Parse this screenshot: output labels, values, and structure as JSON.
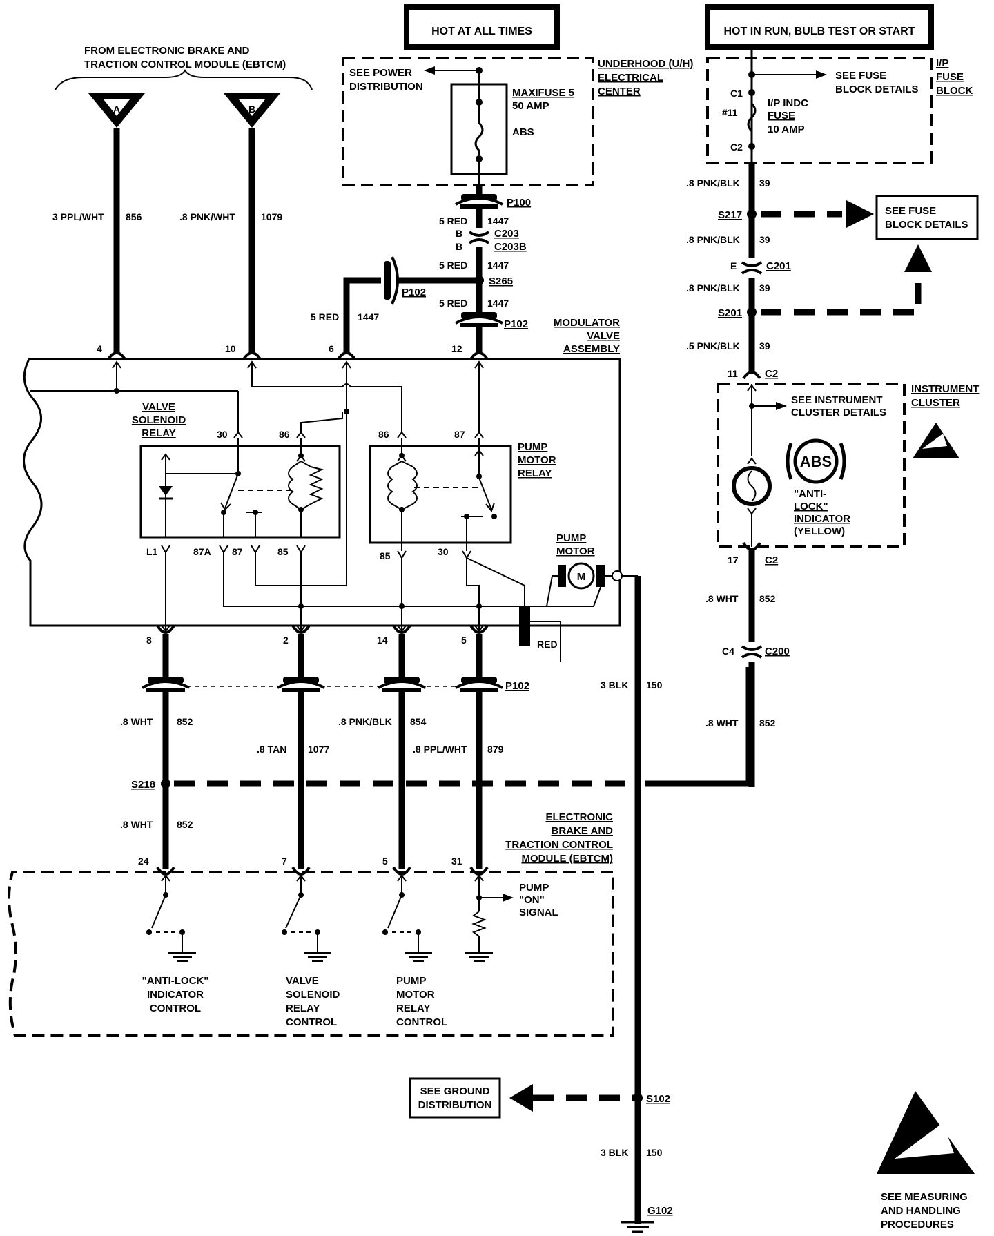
{
  "headers": {
    "hot_at_all_times": "HOT AT ALL TIMES",
    "hot_in_run": "HOT IN RUN, BULB TEST OR START"
  },
  "ebtcm_source": {
    "line1": "FROM ELECTRONIC BRAKE AND",
    "line2": "TRACTION CONTROL MODULE (EBTCM)",
    "terminal_a": "A",
    "terminal_b": "B"
  },
  "underhood": {
    "title1": "UNDERHOOD (U/H)",
    "title2": "ELECTRICAL",
    "title3": "CENTER",
    "see_power1": "SEE POWER",
    "see_power2": "DISTRIBUTION",
    "fuse_name": "MAXIFUSE 5",
    "fuse_rating": "50 AMP",
    "fuse_circuit": "ABS"
  },
  "ip_fuse_block": {
    "title1": "I/P",
    "title2": "FUSE",
    "title3": "BLOCK",
    "c1": "C1",
    "c2": "C2",
    "fuse_num": "#11",
    "fuse_name1": "I/P INDC",
    "fuse_name2": "FUSE",
    "fuse_rating": "10 AMP",
    "see_fuse1": "SEE FUSE",
    "see_fuse2": "BLOCK DETAILS"
  },
  "see_fuse_box": {
    "line1": "SEE FUSE",
    "line2": "BLOCK DETAILS"
  },
  "wires": {
    "w856_color": "3 PPL/WHT",
    "w856_circuit": "856",
    "w1079_color": ".8 PNK/WHT",
    "w1079_circuit": "1079",
    "w1447a_color": "5 RED",
    "w1447a_circuit": "1447",
    "w1447b_color": "5 RED",
    "w1447b_circuit": "1447",
    "w1447c_color": "5 RED",
    "w1447c_circuit": "1447",
    "w1447d_color": "5 RED",
    "w1447d_circuit": "1447",
    "w39a_color": ".8 PNK/BLK",
    "w39a_circuit": "39",
    "w39b_color": ".8 PNK/BLK",
    "w39b_circuit": "39",
    "w39c_color": ".8 PNK/BLK",
    "w39c_circuit": "39",
    "w39d_color": ".5 PNK/BLK",
    "w39d_circuit": "39",
    "w852a_color": ".8 WHT",
    "w852a_circuit": "852",
    "w852b_color": ".8 WHT",
    "w852b_circuit": "852",
    "w852c_color": ".8 WHT",
    "w852c_circuit": "852",
    "w852d_color": ".8 WHT",
    "w852d_circuit": "852",
    "w1077_color": ".8 TAN",
    "w1077_circuit": "1077",
    "w854_color": ".8 PNK/BLK",
    "w854_circuit": "854",
    "w879_color": ".8 PPL/WHT",
    "w879_circuit": "879",
    "w150a_color": "3 BLK",
    "w150a_circuit": "150",
    "w150b_color": "3 BLK",
    "w150b_circuit": "150"
  },
  "connectors": {
    "p100": "P100",
    "c203": "C203",
    "c203b": "C203B",
    "c203_b1": "B",
    "c203_b2": "B",
    "s265": "S265",
    "p102_side": "P102",
    "p102_top": "P102",
    "p102_bottom": "P102",
    "s217": "S217",
    "c201": "C201",
    "c201_pin": "E",
    "s201": "S201",
    "c2_top": "C2",
    "c2_bottom": "C2",
    "c2_top_pin": "11",
    "c2_bottom_pin": "17",
    "c200": "C200",
    "c200_pin": "C4",
    "s218": "S218",
    "s102": "S102",
    "g102": "G102"
  },
  "modulator": {
    "title1": "MODULATOR",
    "title2": "VALVE",
    "title3": "ASSEMBLY",
    "pin_top_4": "4",
    "pin_top_10": "10",
    "pin_top_6": "6",
    "pin_top_12": "12",
    "pin_bot_8": "8",
    "pin_bot_2": "2",
    "pin_bot_14": "14",
    "pin_bot_5": "5",
    "vs_relay1": "VALVE",
    "vs_relay2": "SOLENOID",
    "vs_relay3": "RELAY",
    "vs_30": "30",
    "vs_86": "86",
    "vs_l1": "L1",
    "vs_87a": "87A",
    "vs_87": "87",
    "vs_85": "85",
    "pm_relay1": "PUMP",
    "pm_relay2": "MOTOR",
    "pm_relay3": "RELAY",
    "pm_86": "86",
    "pm_87": "87",
    "pm_85": "85",
    "pm_30": "30",
    "pump_motor1": "PUMP",
    "pump_motor2": "MOTOR",
    "motor_symbol": "M",
    "red_label": "RED"
  },
  "instrument_cluster": {
    "title1": "INSTRUMENT",
    "title2": "CLUSTER",
    "see1": "SEE INSTRUMENT",
    "see2": "CLUSTER DETAILS",
    "abs_symbol": "ABS",
    "ind1": "\"ANTI-",
    "ind2": "LOCK\"",
    "ind3": "INDICATOR",
    "ind4": "(YELLOW)"
  },
  "ebtcm": {
    "title1": "ELECTRONIC",
    "title2": "BRAKE AND",
    "title3": "TRACTION CONTROL",
    "title4": "MODULE (EBTCM)",
    "pin_24": "24",
    "pin_7": "7",
    "pin_5": "5",
    "pin_31": "31",
    "pump_on1": "PUMP",
    "pump_on2": "\"ON\"",
    "pump_on3": "SIGNAL",
    "al1": "\"ANTI-LOCK\"",
    "al2": "INDICATOR",
    "al3": "CONTROL",
    "vs1": "VALVE",
    "vs2": "SOLENOID",
    "vs3": "RELAY",
    "vs4": "CONTROL",
    "pm1": "PUMP",
    "pm2": "MOTOR",
    "pm3": "RELAY",
    "pm4": "CONTROL"
  },
  "ground": {
    "line1": "SEE GROUND",
    "line2": "DISTRIBUTION"
  },
  "esd": {
    "line1": "SEE MEASURING",
    "line2": "AND HANDLING",
    "line3": "PROCEDURES"
  }
}
